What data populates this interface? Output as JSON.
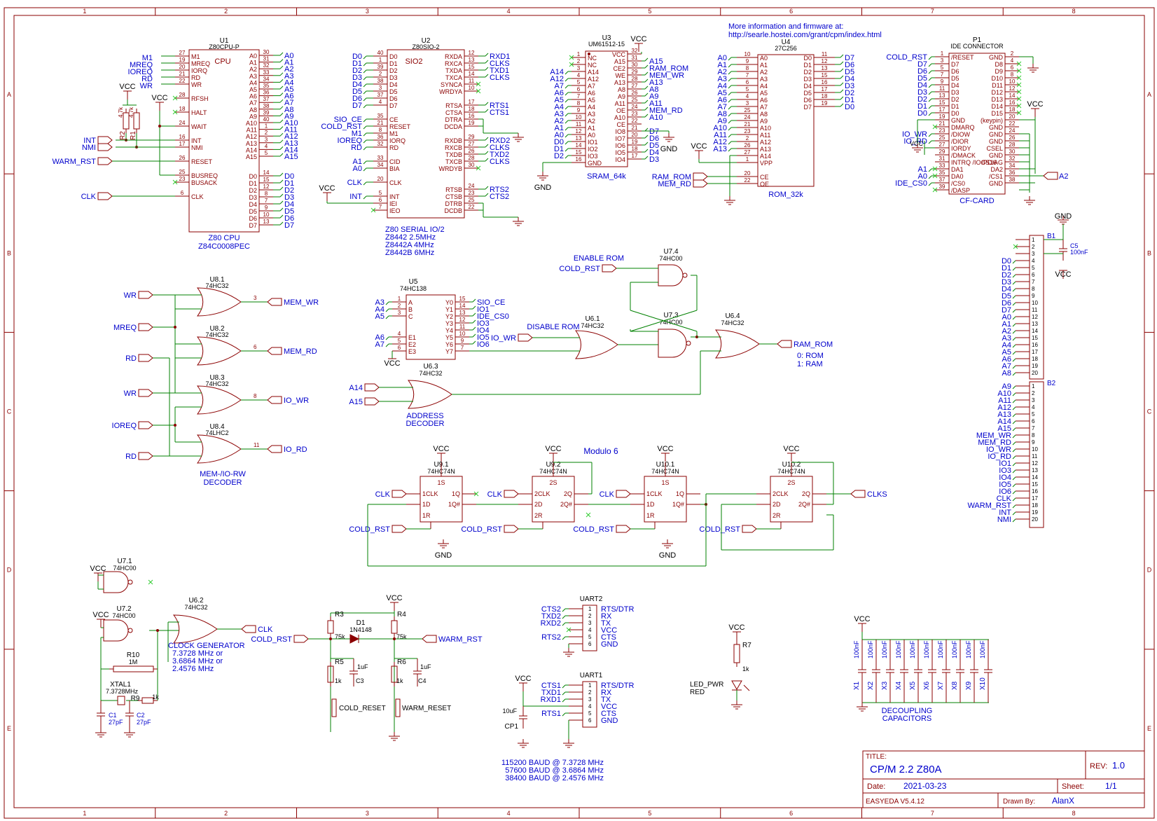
{
  "header_text": {
    "info_line1": "More information and firmware at:",
    "info_line2": "http://searle.hostei.com/grant/cpm/index.html",
    "col_numbers": [
      "1",
      "2",
      "3",
      "4",
      "5",
      "6",
      "7",
      "8"
    ],
    "row_letters": [
      "A",
      "B",
      "C",
      "D",
      "E"
    ]
  },
  "title_block": {
    "title_label": "TITLE:",
    "title": "CP/M 2.2 Z80A",
    "rev_label": "REV:",
    "rev": "1.0",
    "date_label": "Date:",
    "date": "2021-03-23",
    "sheet_label": "Sheet:",
    "sheet": "1/1",
    "tool": "EASYEDA V5.4.12",
    "drawn_label": "Drawn By:",
    "drawn_by": "AlanX"
  },
  "u1": {
    "ref": "U1",
    "part": "Z80CPU-P",
    "inner": "CPU",
    "desc1": "Z80 CPU",
    "desc2": "Z84C0008PEC",
    "left_pins": [
      "M1",
      "MREQ",
      "IORQ",
      "RD",
      "WR",
      "RFSH",
      "HALT",
      "WAIT",
      "INT",
      "NMI",
      "RESET",
      "BUSREQ",
      "BUSACK",
      "CLK"
    ],
    "left_nums": [
      "27",
      "19",
      "20",
      "21",
      "22",
      "28",
      "18",
      "24",
      "16",
      "17",
      "26",
      "25",
      "23",
      "6"
    ],
    "left_nets": [
      "M1",
      "MREQ",
      "IOREQ",
      "RD",
      "WR",
      "",
      "",
      "",
      "INT",
      "NMI",
      "WARM_RST",
      "",
      "",
      "CLK"
    ],
    "addr_pins": [
      "A0",
      "A1",
      "A2",
      "A3",
      "A4",
      "A5",
      "A6",
      "A7",
      "A8",
      "A9",
      "A10",
      "A11",
      "A12",
      "A13",
      "A14",
      "A15"
    ],
    "addr_nums": [
      "30",
      "31",
      "32",
      "33",
      "34",
      "35",
      "36",
      "37",
      "38",
      "39",
      "40",
      "1",
      "2",
      "3",
      "4",
      "5"
    ],
    "data_pins": [
      "D0",
      "D1",
      "D2",
      "D3",
      "D4",
      "D5",
      "D6",
      "D7"
    ],
    "data_nums": [
      "14",
      "15",
      "12",
      "8",
      "7",
      "9",
      "10",
      "13"
    ],
    "vcc": "VCC",
    "r2": "R2",
    "r1": "R1",
    "r_val": "4.7k"
  },
  "u2": {
    "ref": "U2",
    "part": "Z80SIO-2",
    "inner": "SIO2",
    "desc": [
      "Z80 SERIAL IO/2",
      "Z8442  2.5MHz",
      "Z8442A 4MHz",
      "Z8442B 6MHz"
    ],
    "data_pins": [
      "D0",
      "D1",
      "D2",
      "D3",
      "D4",
      "D5",
      "D6",
      "D7"
    ],
    "data_nums": [
      "40",
      "1",
      "39",
      "2",
      "38",
      "3",
      "37",
      "4"
    ],
    "ctrl_pins": [
      "CE",
      "RESET",
      "M1",
      "IORQ",
      "RD",
      "CID",
      "BIA",
      "CLK",
      "INT",
      "IEI",
      "IEO"
    ],
    "ctrl_nums": [
      "35",
      "21",
      "8",
      "36",
      "32",
      "33",
      "34",
      "20",
      "5",
      "6",
      "7"
    ],
    "ctrl_nets": [
      "SIO_CE",
      "COLD_RST",
      "M1",
      "IOREQ",
      "RD",
      "A1",
      "A0",
      "CLK",
      "INT",
      "",
      ""
    ],
    "right_pins": [
      "RXDA",
      "RXCA",
      "TXDA",
      "TXCA",
      "SYNCA",
      "WRDYA",
      "RTSA",
      "CTSA",
      "DTRA",
      "DCDA",
      "RXDB",
      "RXCB",
      "TXDB",
      "TXCB",
      "WRDYB",
      "RTSB",
      "CTSB",
      "DTRB",
      "DCDB"
    ],
    "right_nums": [
      "12",
      "13",
      "15",
      "14",
      "11",
      "10",
      "17",
      "18",
      "16",
      "19",
      "29",
      "27",
      "26",
      "28",
      "30",
      "24",
      "23",
      "25",
      "22"
    ],
    "right_nets": [
      "RXD1",
      "CLKS",
      "TXD1",
      "CLKS",
      "",
      "",
      "RTS1",
      "CTS1",
      "",
      "",
      "RXD2",
      "CLKS",
      "TXD2",
      "CLKS",
      "",
      "RTS2",
      "CTS2",
      "",
      ""
    ],
    "vcc": "VCC"
  },
  "u3": {
    "ref": "U3",
    "part": "UM61512-15",
    "desc": "SRAM_64k",
    "vcc": "VCC",
    "gnd": "GND",
    "left_pins": [
      "NC",
      "NC",
      "A14",
      "A12",
      "A7",
      "A6",
      "A5",
      "A4",
      "A3",
      "A2",
      "A1",
      "A0",
      "IO1",
      "IO2",
      "IO3",
      "GND"
    ],
    "left_nets": [
      "",
      "",
      "A14",
      "A12",
      "A7",
      "A6",
      "A5",
      "A4",
      "A3",
      "A2",
      "A1",
      "A0",
      "D0",
      "D1",
      "D2",
      ""
    ],
    "left_nums": [
      "1",
      "2",
      "3",
      "4",
      "5",
      "6",
      "7",
      "8",
      "9",
      "10",
      "11",
      "12",
      "13",
      "14",
      "15",
      "16"
    ],
    "right_pins": [
      "VCC",
      "A15",
      "CE2",
      "WE",
      "A13",
      "A8",
      "A9",
      "A11",
      "OE",
      "A10",
      "CE",
      "IO8",
      "IO7",
      "IO6",
      "IO5",
      "IO4"
    ],
    "right_nets": [
      "",
      "A15",
      "RAM_ROM",
      "MEM_WR",
      "A13",
      "A8",
      "A9",
      "A11",
      "MEM_RD",
      "A10",
      "",
      "D7",
      "D6",
      "D5",
      "D4",
      "D3"
    ],
    "right_nums": [
      "32",
      "31",
      "30",
      "29",
      "28",
      "27",
      "26",
      "25",
      "24",
      "23",
      "22",
      "21",
      "20",
      "19",
      "18",
      "17"
    ]
  },
  "u4": {
    "ref": "U4",
    "part": "27C256",
    "desc": "ROM_32k",
    "vcc": "VCC",
    "left_pins": [
      "A0",
      "A1",
      "A2",
      "A3",
      "A4",
      "A5",
      "A6",
      "A7",
      "A8",
      "A9",
      "A10",
      "A11",
      "A12",
      "A13",
      "A14",
      "VPP",
      "CE",
      "OE"
    ],
    "left_nums": [
      "10",
      "9",
      "8",
      "7",
      "6",
      "5",
      "4",
      "3",
      "25",
      "24",
      "21",
      "23",
      "2",
      "26",
      "27",
      "1",
      "20",
      "22"
    ],
    "left_nets": [
      "A0",
      "A1",
      "A2",
      "A3",
      "A4",
      "A5",
      "A6",
      "A7",
      "A8",
      "A9",
      "A10",
      "A11",
      "A12",
      "A13",
      "",
      "",
      "RAM_ROM",
      "MEM_RD"
    ],
    "right_pins": [
      "D0",
      "D1",
      "D2",
      "D3",
      "D4",
      "D5",
      "D6",
      "D7"
    ],
    "right_nums": [
      "11",
      "12",
      "13",
      "15",
      "16",
      "17",
      "18",
      "19"
    ],
    "right_nets": [
      "D7",
      "D6",
      "D5",
      "D4",
      "D3",
      "D2",
      "D1",
      "D0"
    ]
  },
  "p1": {
    "ref": "P1",
    "part": "IDE CONNECTOR",
    "desc": "CF-CARD",
    "vcc": "VCC",
    "left_pins": [
      "/RESET",
      "D7",
      "D6",
      "D5",
      "D4",
      "D3",
      "D2",
      "D1",
      "D0",
      "GND",
      "DMARQ",
      "/DIOW",
      "/DIOR",
      "IORDY",
      "/DMACK",
      "INTRQ /IOCS16",
      "DA1",
      "DA0",
      "/CS0",
      "/DASP"
    ],
    "left_nums": [
      "1",
      "3",
      "5",
      "7",
      "9",
      "11",
      "13",
      "15",
      "17",
      "19",
      "21",
      "23",
      "25",
      "27",
      "29",
      "31",
      "33",
      "35",
      "37",
      "39"
    ],
    "left_nets": [
      "COLD_RST",
      "D7",
      "D6",
      "D5",
      "D4",
      "D3",
      "D2",
      "D1",
      "D0",
      "",
      "",
      "IO_WR",
      "IO_RD",
      "VCC",
      "",
      "",
      "A1",
      "A0",
      "IDE_CS0",
      ""
    ],
    "right_pins": [
      "GND",
      "D8",
      "D9",
      "D10",
      "D11",
      "D12",
      "D13",
      "D14",
      "D15",
      "(keypin)",
      "GND",
      "GND",
      "GND",
      "CSEL",
      "GND",
      "/PDIAG",
      "DA2",
      "/CS1",
      "GND"
    ],
    "right_nums": [
      "2",
      "4",
      "6",
      "8",
      "10",
      "12",
      "14",
      "16",
      "18",
      "20",
      "22",
      "24",
      "26",
      "28",
      "30",
      "32",
      "34",
      "36",
      "38",
      "40"
    ],
    "a2": "A2"
  },
  "bus": {
    "b1": "B1",
    "b2": "B2",
    "gnd": "GND",
    "vcc": "VCC",
    "c5": "C5",
    "c5_val": "100nF",
    "b1_nets": [
      "",
      "",
      "",
      "D0",
      "D1",
      "D2",
      "D3",
      "D4",
      "D5",
      "D6",
      "D7",
      "A0",
      "A1",
      "A2",
      "A3",
      "A4",
      "A5",
      "A6",
      "A7",
      "A8"
    ],
    "b2_nets": [
      "A9",
      "A10",
      "A11",
      "A12",
      "A13",
      "A14",
      "A15",
      "MEM_WR",
      "MEM_RD",
      "IO_WR",
      "IO_RD",
      "IO1",
      "IO3",
      "IO4",
      "IO5",
      "IO6",
      "CLK",
      "WARM_RST",
      "INT",
      "NMI"
    ],
    "nums": [
      "1",
      "2",
      "3",
      "4",
      "5",
      "6",
      "7",
      "8",
      "9",
      "10",
      "11",
      "12",
      "13",
      "14",
      "15",
      "16",
      "17",
      "18",
      "19",
      "20"
    ]
  },
  "decoder": {
    "u81": [
      "U8.1",
      "74HC32"
    ],
    "u82": [
      "U8.2",
      "74HC32"
    ],
    "u83": [
      "U8.3",
      "74HC32"
    ],
    "u84": [
      "U8.4",
      "74LHC2"
    ],
    "desc1": "MEM-/IO-RW",
    "desc2": "DECODER",
    "nets": {
      "wr": "WR",
      "mreq": "MREQ",
      "rd": "RD",
      "ioreq": "IOREQ",
      "mem_wr": "MEM_WR",
      "mem_rd": "MEM_RD",
      "io_wr": "IO_WR",
      "io_rd": "IO_RD"
    }
  },
  "u5": {
    "ref": "U5",
    "part": "74HC138",
    "in_pins": [
      "A",
      "B",
      "C",
      "E1",
      "E2",
      "E3"
    ],
    "in_nums": [
      "1",
      "2",
      "3",
      "4",
      "5",
      "6"
    ],
    "in_nets": [
      "A3",
      "A4",
      "A5",
      "A6",
      "A7",
      "VCC"
    ],
    "out_pins": [
      "Y0",
      "Y1",
      "Y2",
      "Y3",
      "Y4",
      "Y5",
      "Y6",
      "Y7"
    ],
    "out_nums": [
      "15",
      "14",
      "13",
      "12",
      "11",
      "10",
      "9",
      "7"
    ],
    "out_nets": [
      "SIO_CE",
      "IO1",
      "IDE_CS0",
      "IO3",
      "IO4",
      "IO5",
      "IO6",
      ""
    ]
  },
  "rom_logic": {
    "u61": [
      "U6.1",
      "74HC32"
    ],
    "u63": [
      "U6.3",
      "74HC32"
    ],
    "u64": [
      "U6.4",
      "74HC32"
    ],
    "u73": [
      "U7.3",
      "74HC00"
    ],
    "u74": [
      "U7.4",
      "74HC00"
    ],
    "enable_rom": "ENABLE ROM",
    "disable_rom": "DISABLE ROM",
    "cold_rst": "COLD_RST",
    "io_wr": "IO_WR",
    "ram_rom": "RAM_ROM",
    "rom_note1": "0: ROM",
    "rom_note2": "1: RAM",
    "a14": "A14",
    "a15": "A15",
    "addr_dec1": "ADDRESS",
    "addr_dec2": "DECODER"
  },
  "modulo": {
    "title": "Modulo 6",
    "ffs": [
      {
        "ref": "U9.1",
        "part": "74HC74N"
      },
      {
        "ref": "U9.2",
        "part": "74HC74N"
      },
      {
        "ref": "U10.1",
        "part": "74HC74N"
      },
      {
        "ref": "U10.2",
        "part": "74HC74N"
      }
    ],
    "clk": "CLK",
    "clks": "CLKS",
    "cold_rst": "COLD_RST",
    "vcc": "VCC",
    "gnd": "GND"
  },
  "clock": {
    "u71": [
      "U7.1",
      "74HC00"
    ],
    "u72": [
      "U7.2",
      "74HC00"
    ],
    "u62": [
      "U6.2",
      "74HC32"
    ],
    "r10": [
      "R10",
      "1M"
    ],
    "xtal": [
      "XTAL1",
      "7.3728MHz"
    ],
    "r9": [
      "R9",
      "1k"
    ],
    "c1": [
      "C1",
      "27pF"
    ],
    "c2": [
      "C2",
      "27pF"
    ],
    "desc": [
      "CLOCK GENERATOR",
      "7.3728 MHz or",
      "3.6864 MHz or",
      "2.4576 MHz"
    ],
    "clk": "CLK",
    "vcc": "VCC"
  },
  "reset": {
    "r3": [
      "R3",
      "75k"
    ],
    "r4": [
      "R4",
      "75k"
    ],
    "r5": [
      "R5",
      "1k"
    ],
    "r6": [
      "R6",
      "1k"
    ],
    "c3": [
      "C3",
      "1uF"
    ],
    "c4": [
      "C4",
      "1uF"
    ],
    "d1": [
      "D1",
      "1N4148"
    ],
    "cold_btn": "COLD_RESET",
    "warm_btn": "WARM_RESET",
    "cold_rst": "COLD_RST",
    "warm_rst": "WARM_RST",
    "vcc": "VCC"
  },
  "uart2": {
    "title": "UART2",
    "nets": [
      "CTS2",
      "TXD2",
      "RXD2",
      "",
      "RTS2",
      ""
    ],
    "pins": [
      "RTS/DTR",
      "RX",
      "TX",
      "VCC",
      "CTS",
      "GND"
    ],
    "nums": [
      "1",
      "2",
      "3",
      "4",
      "5",
      "6"
    ]
  },
  "uart1": {
    "title": "UART1",
    "nets": [
      "CTS1",
      "TXD1",
      "RXD1",
      "",
      "RTS1",
      ""
    ],
    "pins": [
      "RTS/DTR",
      "RX",
      "TX",
      "VCC",
      "CTS",
      "GND"
    ],
    "nums": [
      "1",
      "2",
      "3",
      "4",
      "5",
      "6"
    ],
    "vcc": "VCC",
    "cap": "10uF",
    "cap_ref": "CP1",
    "baud": [
      "115200 BAUD @ 7.3728 MHz",
      "57600 BAUD @ 3.6864 MHz",
      "38400 BAUD @ 2.4576 MHz"
    ]
  },
  "led": {
    "vcc": "VCC",
    "r7": [
      "R7",
      "1k"
    ],
    "name": "LED_PWR",
    "color": "RED"
  },
  "decoupling": {
    "vcc": "VCC",
    "caps": [
      "X1",
      "X2",
      "X3",
      "X4",
      "X5",
      "X6",
      "X7",
      "X8",
      "X9",
      "X10"
    ],
    "value": "100nF",
    "desc": [
      "DECOUPLING",
      "CAPACITORS"
    ]
  },
  "colors": {
    "wire": "#008000",
    "part": "#8b0000",
    "text": "#0000cc",
    "frame": "#8b0000",
    "noconnect": "#33cc33",
    "pinname": "#8b0000"
  }
}
